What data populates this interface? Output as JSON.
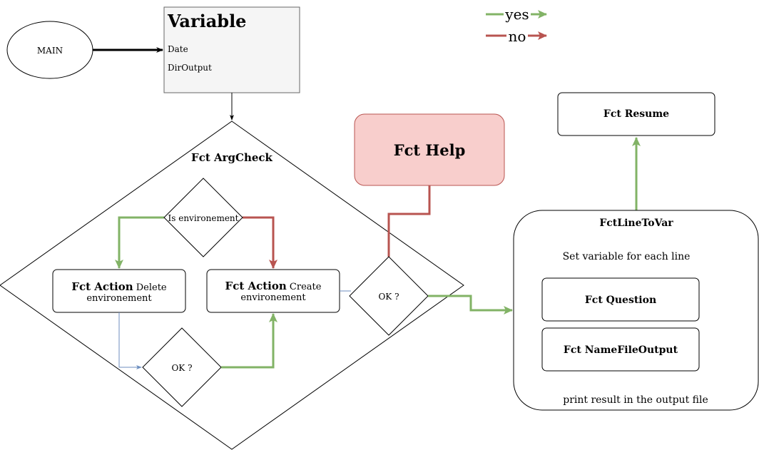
{
  "legend": {
    "yes": "yes",
    "no": "no",
    "yes_color": "#82b366",
    "no_color": "#b85450"
  },
  "main": {
    "label": "MAIN"
  },
  "variable": {
    "title": "Variable",
    "fields": [
      "Date",
      "DirOutput"
    ]
  },
  "argcheck": {
    "title": "Fct ArgCheck",
    "decision_env": "Is environement",
    "action_delete": {
      "bold": "Fct Action",
      "rest": " Delete",
      "line2": "environement"
    },
    "action_create": {
      "bold": "Fct Action",
      "rest": " Create",
      "line2": "environement"
    },
    "ok_delete": "OK ?",
    "ok_main": "OK ?"
  },
  "help": {
    "label": "Fct Help"
  },
  "resume": {
    "label": "Fct Resume"
  },
  "linetovar": {
    "title": "FctLineToVar",
    "subtitle": "Set variable for each line",
    "question": "Fct Question",
    "namefile": "Fct NameFileOutput",
    "footer": "print result in the output file"
  },
  "colors": {
    "help_fill": "#f8cecc",
    "help_stroke": "#b85450",
    "variable_fill": "#f5f5f5",
    "variable_stroke": "#666666",
    "blue_line": "#6c8ebf"
  }
}
